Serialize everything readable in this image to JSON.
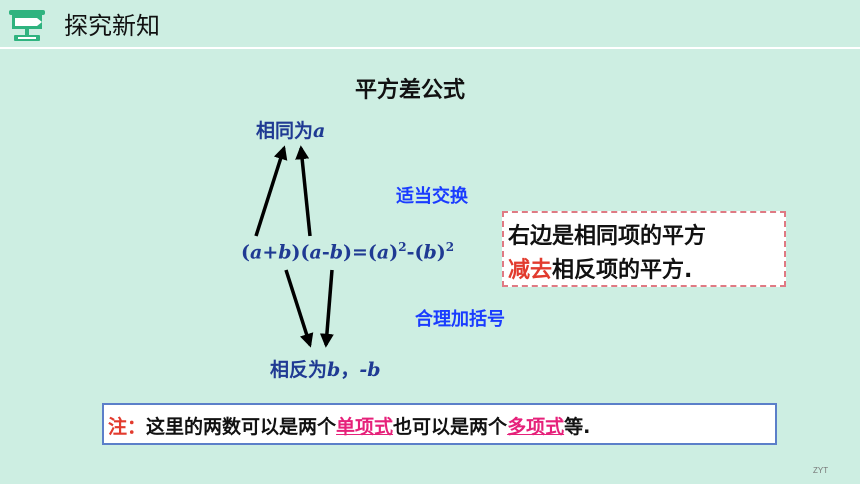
{
  "header": {
    "title": "探究新知",
    "icon": "presentation-board-icon"
  },
  "slide": {
    "title": "平方差公式",
    "label_same": {
      "text": "相同为",
      "var": "a"
    },
    "label_opposite": {
      "text": "相反为",
      "var1": "b",
      "sep": "，",
      "var2": "-b"
    },
    "formula": {
      "o1": "(",
      "a1": "a",
      "p1": "+",
      "b1": "b",
      "c1": ")(",
      "a2": "a",
      "m1": "-",
      "b2": "b",
      "c2": ")=(",
      "a3": "a",
      "c3": ")",
      "sq1": "2",
      "m2": "-(",
      "b3": "b",
      "c4": ")",
      "sq2": "2"
    },
    "swap_label": "适当交换",
    "bracket_label": "合理加括号",
    "rule": {
      "line1": "右边是相同项的平方",
      "line2_highlight": "减去",
      "line2_rest": "相反项的平方."
    },
    "note": {
      "prefix": "注：",
      "t1": "这里的两数可以是两个",
      "h1": "单项式",
      "t2": "也可以是两个",
      "h2": "多项式",
      "t3": "等."
    },
    "watermark": "ZYT"
  },
  "colors": {
    "background": "#cdeee2",
    "accent_green": "#2fb37f",
    "navy": "#1f3a93",
    "blue": "#1a3cff",
    "red": "#e23b2e",
    "pink": "#e6217a"
  }
}
